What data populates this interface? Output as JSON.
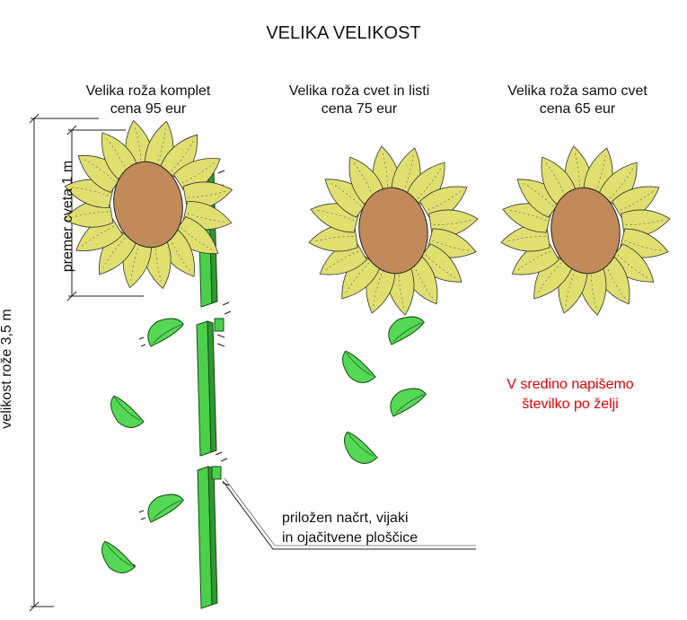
{
  "title": "VELIKA VELIKOST",
  "products": [
    {
      "name": "Velika roža komplet",
      "price": "cena 95 eur"
    },
    {
      "name": "Velika roža cvet in listi",
      "price": "cena 75 eur"
    },
    {
      "name": "Velika roža samo cvet",
      "price": "cena 65 eur"
    }
  ],
  "dimensions": {
    "flower_diameter": "premer cveta 1 m",
    "flower_height": "velikost rože 3,5 m"
  },
  "notes": {
    "center_text_line1": "V sredino napišemo",
    "center_text_line2": "številko po želji",
    "included_line1": "priložen načrt, vijaki",
    "included_line2": "in ojačitvene ploščice"
  },
  "colors": {
    "petal": "#e0e070",
    "center": "#c08a5a",
    "leaf": "#55d855",
    "stem": "#4cd04c",
    "note_red": "#e00000"
  }
}
